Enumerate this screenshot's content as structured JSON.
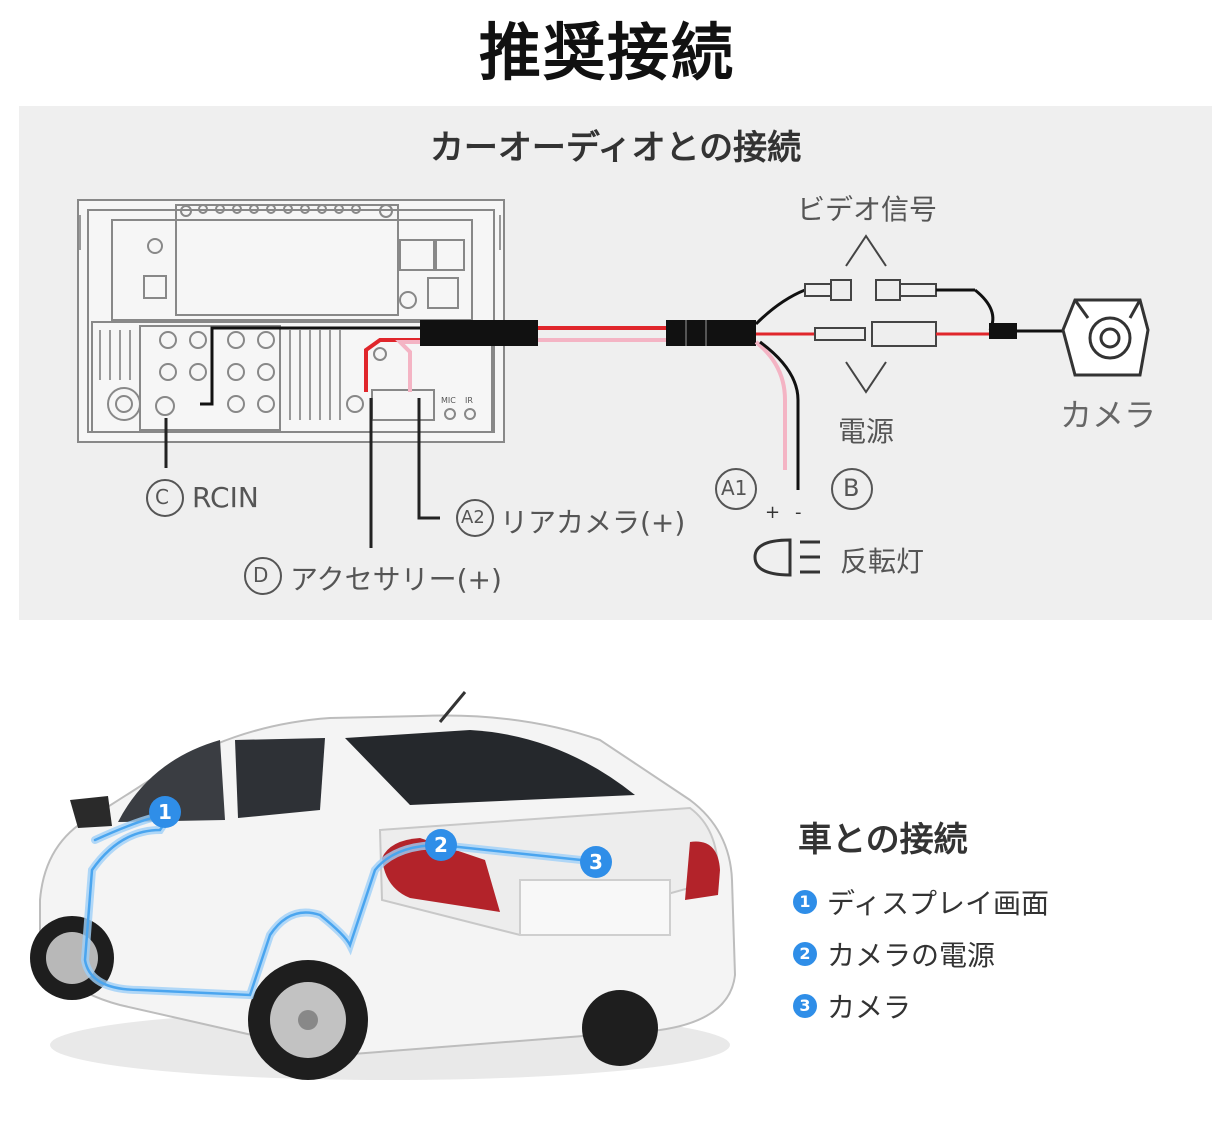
{
  "title": "推奨接続",
  "audio_section": {
    "title": "カーオーディオとの接続",
    "labels": {
      "video_signal": "ビデオ信号",
      "power": "電源",
      "camera": "カメラ",
      "rcin": "RCIN",
      "rcin_letter": "C",
      "a2_letter": "A2",
      "a2_text": "リアカメラ(+)",
      "d_letter": "D",
      "d_text": "アクセサリー(+)",
      "a1_letter": "A1",
      "b_letter": "B",
      "plus": "+",
      "minus": "-",
      "reverse_light": "反転灯",
      "mic": "MIC",
      "ir": "IR"
    }
  },
  "car_section": {
    "title": "車との接続",
    "items": [
      {
        "num": "1",
        "label": "ディスプレイ画面"
      },
      {
        "num": "2",
        "label": "カメラの電源"
      },
      {
        "num": "3",
        "label": "カメラ"
      }
    ]
  },
  "colors": {
    "red_wire": "#e0262b",
    "pink_wire": "#f4b4c4",
    "blue_marker": "#2f8ee8"
  }
}
